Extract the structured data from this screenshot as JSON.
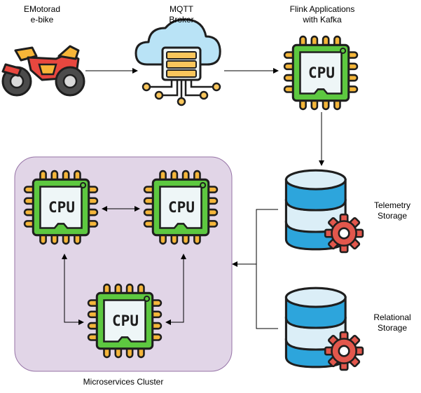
{
  "labels": {
    "ebike": [
      "EMotorad",
      "e-bike"
    ],
    "mqtt": [
      "MQTT",
      "Broker"
    ],
    "flink": [
      "Flink Applications",
      "with Kafka"
    ],
    "telemetry": [
      "Telemetry",
      "Storage"
    ],
    "relational": [
      "Relational",
      "Storage"
    ],
    "cluster": "Microservices Cluster"
  },
  "chip_text": "CPU",
  "colors": {
    "cluster_fill": "#e1d5e7",
    "cluster_stroke": "#9673a6",
    "chip_green": "#5dc840",
    "chip_pin": "#f4b63a",
    "cloud": "#b9e3f6",
    "server_tray": "#f9c65c",
    "db_blue": "#2da5dc",
    "db_light": "#dbeef7",
    "gear_red": "#e2574c",
    "bike_red": "#e8473f",
    "bike_yellow": "#f7b538",
    "outline": "#1e1e1e"
  }
}
